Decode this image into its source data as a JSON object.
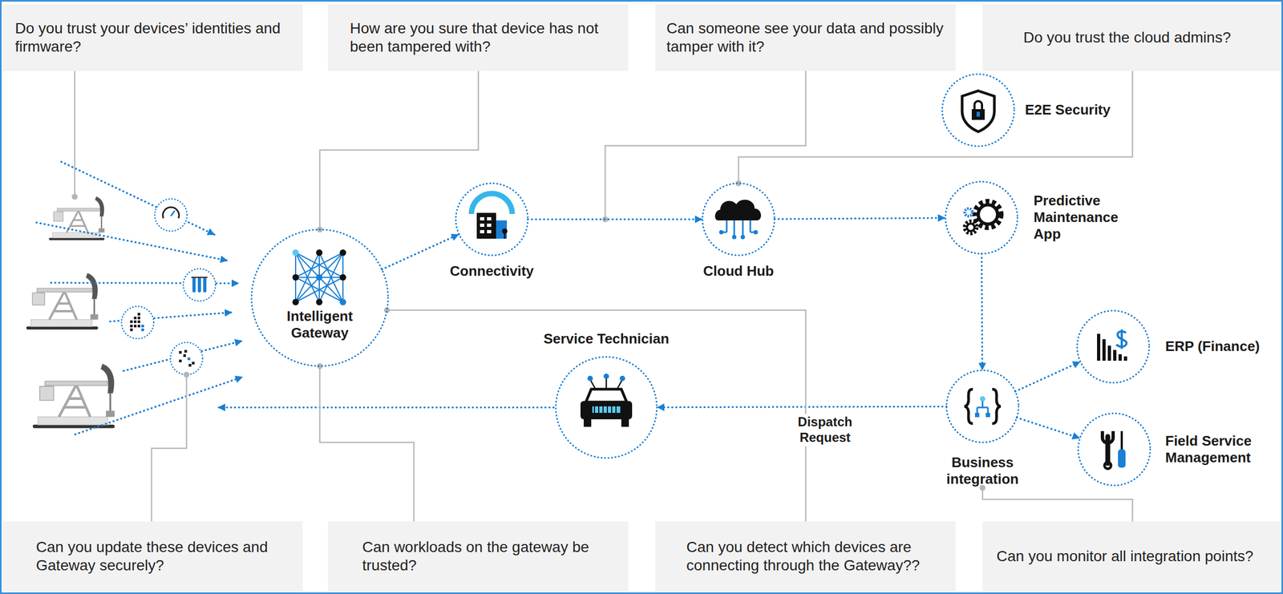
{
  "diagram": {
    "nodes": [
      {
        "text": [
          "Do you trust your devices’ identities and firmware?"
        ]
      },
      {
        "text": [
          "How are you sure that device has not been tampered with?"
        ]
      },
      {
        "text": [
          "Can someone see your data and possibly tamper with it?"
        ]
      },
      {
        "text": [
          "Do you trust the cloud admins?"
        ]
      },
      {
        "text": [
          "E2E Security"
        ]
      },
      {
        "text": [
          "Connectivity"
        ]
      },
      {
        "text": [
          "Cloud Hub"
        ]
      },
      {
        "text": [
          "Predictive Maintenance App"
        ]
      },
      {
        "text": [
          "Intelligent Gateway"
        ]
      },
      {
        "text": [
          "Service Technician"
        ]
      },
      {
        "text": [
          "ERP (Finance)"
        ]
      },
      {
        "text": [
          "Business integration"
        ]
      },
      {
        "text": [
          "Field Service Management"
        ]
      },
      {
        "text": [
          "Can you update these devices and Gateway securely?"
        ]
      },
      {
        "text": [
          "Can workloads on the gateway be trusted?"
        ]
      },
      {
        "text": [
          "Can you detect which devices are connecting through the Gateway??"
        ]
      },
      {
        "text": [
          "Can you monitor all integration points?"
        ]
      }
    ],
    "edges": [
      {
        "from": 8,
        "to": 5,
        "arrow": "to"
      },
      {
        "from": 5,
        "to": 6,
        "arrow": "to"
      },
      {
        "from": 6,
        "to": 7,
        "arrow": "to"
      },
      {
        "from": 7,
        "to": 11,
        "arrow": "to"
      },
      {
        "from": 11,
        "to": 10,
        "arrow": "to"
      },
      {
        "from": 11,
        "to": 12,
        "arrow": "to"
      },
      {
        "from": 11,
        "to": 9,
        "label": "Dispatch Request",
        "arrow": "to"
      },
      {
        "from": 1,
        "to": 8,
        "arrow": "none"
      },
      {
        "from": 3,
        "to": 6,
        "arrow": "none"
      },
      {
        "from": 14,
        "to": 8,
        "arrow": "none"
      },
      {
        "from": 15,
        "to": 8,
        "arrow": "none"
      },
      {
        "from": 16,
        "to": 11,
        "arrow": "none"
      }
    ]
  }
}
